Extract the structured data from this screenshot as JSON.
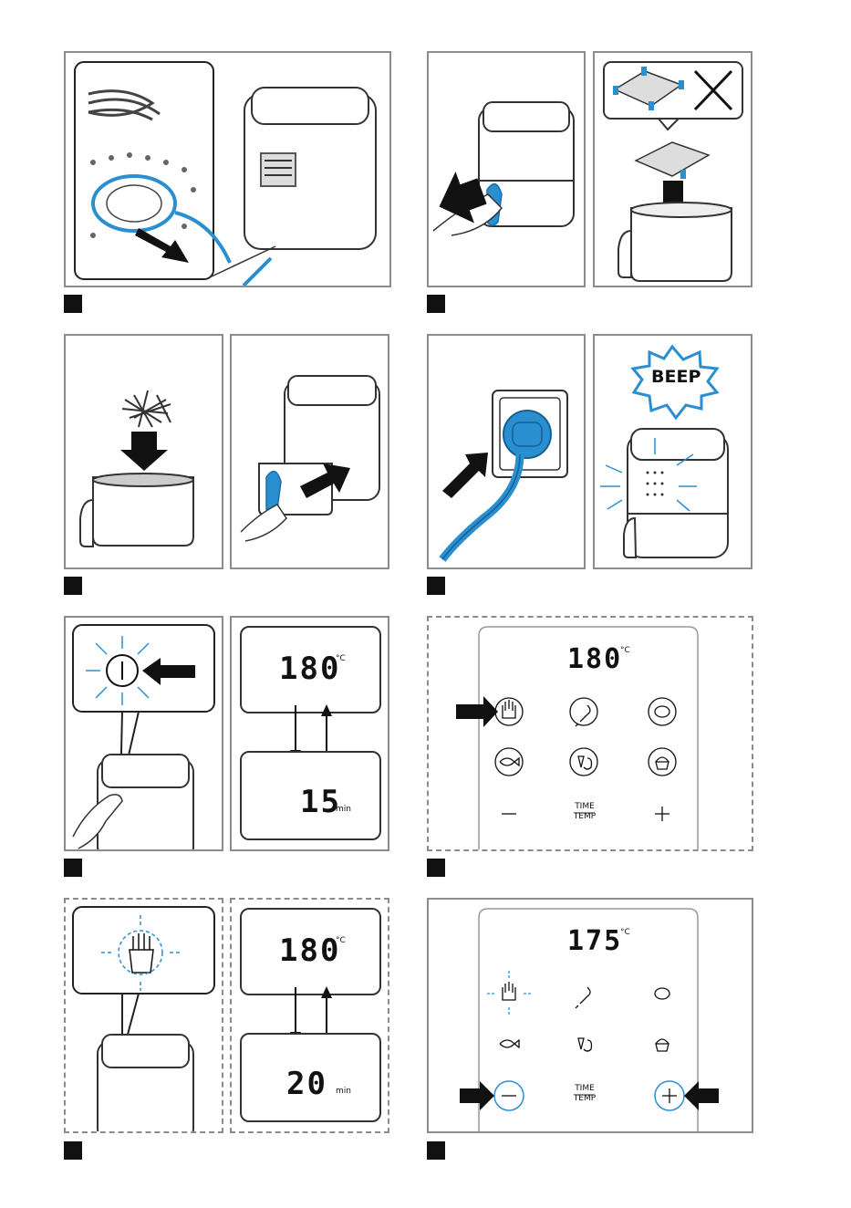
{
  "steps": [
    {
      "id": "step-1"
    },
    {
      "id": "step-2"
    },
    {
      "id": "step-3"
    },
    {
      "id": "step-4"
    },
    {
      "id": "step-5"
    },
    {
      "id": "step-6"
    },
    {
      "id": "step-7"
    },
    {
      "id": "step-8"
    }
  ],
  "beep_text": "BEEP",
  "displays": {
    "step5_temp": "180",
    "step5_time": "15",
    "step6_temp": "180",
    "step7_temp": "180",
    "step7_time": "20",
    "step8_temp": "175"
  },
  "units": {
    "celsius": "°C",
    "minutes": "min"
  },
  "panel_controls": {
    "minus": "—",
    "plus": "+",
    "time": "TIME",
    "temp": "TEMP"
  },
  "icons": [
    "fries-icon",
    "chicken-leg-icon",
    "steak-icon",
    "fish-icon",
    "vegetables-icon",
    "muffin-icon",
    "power-icon",
    "cross-icon",
    "arrow-icon",
    "plug-icon",
    "air-fryer-icon"
  ],
  "colors": {
    "accent_blue": "#2a8fd1",
    "panel_border": "#8c8c8c",
    "ink": "#111111"
  }
}
